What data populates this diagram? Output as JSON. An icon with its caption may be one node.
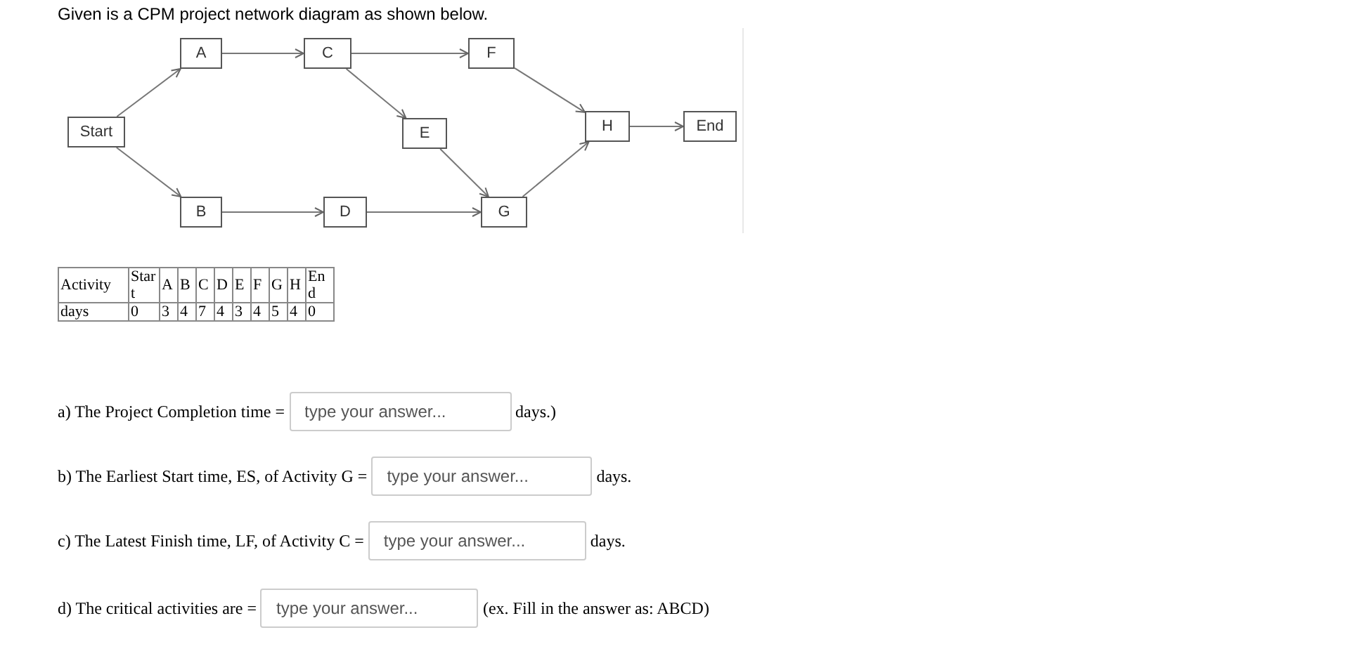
{
  "diagram": {
    "title": "Given is a CPM project network diagram as shown below.",
    "nodes": [
      {
        "text": [
          "Start"
        ]
      },
      {
        "text": [
          "A"
        ]
      },
      {
        "text": [
          "B"
        ]
      },
      {
        "text": [
          "C"
        ]
      },
      {
        "text": [
          "D"
        ]
      },
      {
        "text": [
          "E"
        ]
      },
      {
        "text": [
          "F"
        ]
      },
      {
        "text": [
          "G"
        ]
      },
      {
        "text": [
          "H"
        ]
      },
      {
        "text": [
          "End"
        ]
      }
    ],
    "edges": [
      {
        "from": 0,
        "to": 1,
        "arrow": "to"
      },
      {
        "from": 0,
        "to": 2,
        "arrow": "to"
      },
      {
        "from": 1,
        "to": 3,
        "arrow": "to"
      },
      {
        "from": 3,
        "to": 6,
        "arrow": "to"
      },
      {
        "from": 3,
        "to": 5,
        "arrow": "to"
      },
      {
        "from": 2,
        "to": 4,
        "arrow": "to"
      },
      {
        "from": 4,
        "to": 7,
        "arrow": "to"
      },
      {
        "from": 5,
        "to": 7,
        "arrow": "to"
      },
      {
        "from": 6,
        "to": 8,
        "arrow": "to"
      },
      {
        "from": 7,
        "to": 8,
        "arrow": "to"
      },
      {
        "from": 8,
        "to": 9,
        "arrow": "to"
      }
    ],
    "labels": [
      "Activity",
      "Start",
      "A",
      "B",
      "C",
      "D",
      "E",
      "F",
      "G",
      "H",
      "End",
      "days",
      "0",
      "3",
      "4",
      "7",
      "4",
      "3",
      "4",
      "5",
      "4",
      "0",
      "a) The Project Completion time =",
      "type your answer...",
      "days.)",
      "b) The Earliest Start time, ES, of Activity G =",
      "type your answer...",
      "days.",
      "c) The Latest Finish time, LF, of Activity C =",
      "type your answer...",
      "days.",
      "d) The critical activities are =",
      "type your answer...",
      "(ex. Fill in the answer as: ABCD)"
    ]
  }
}
